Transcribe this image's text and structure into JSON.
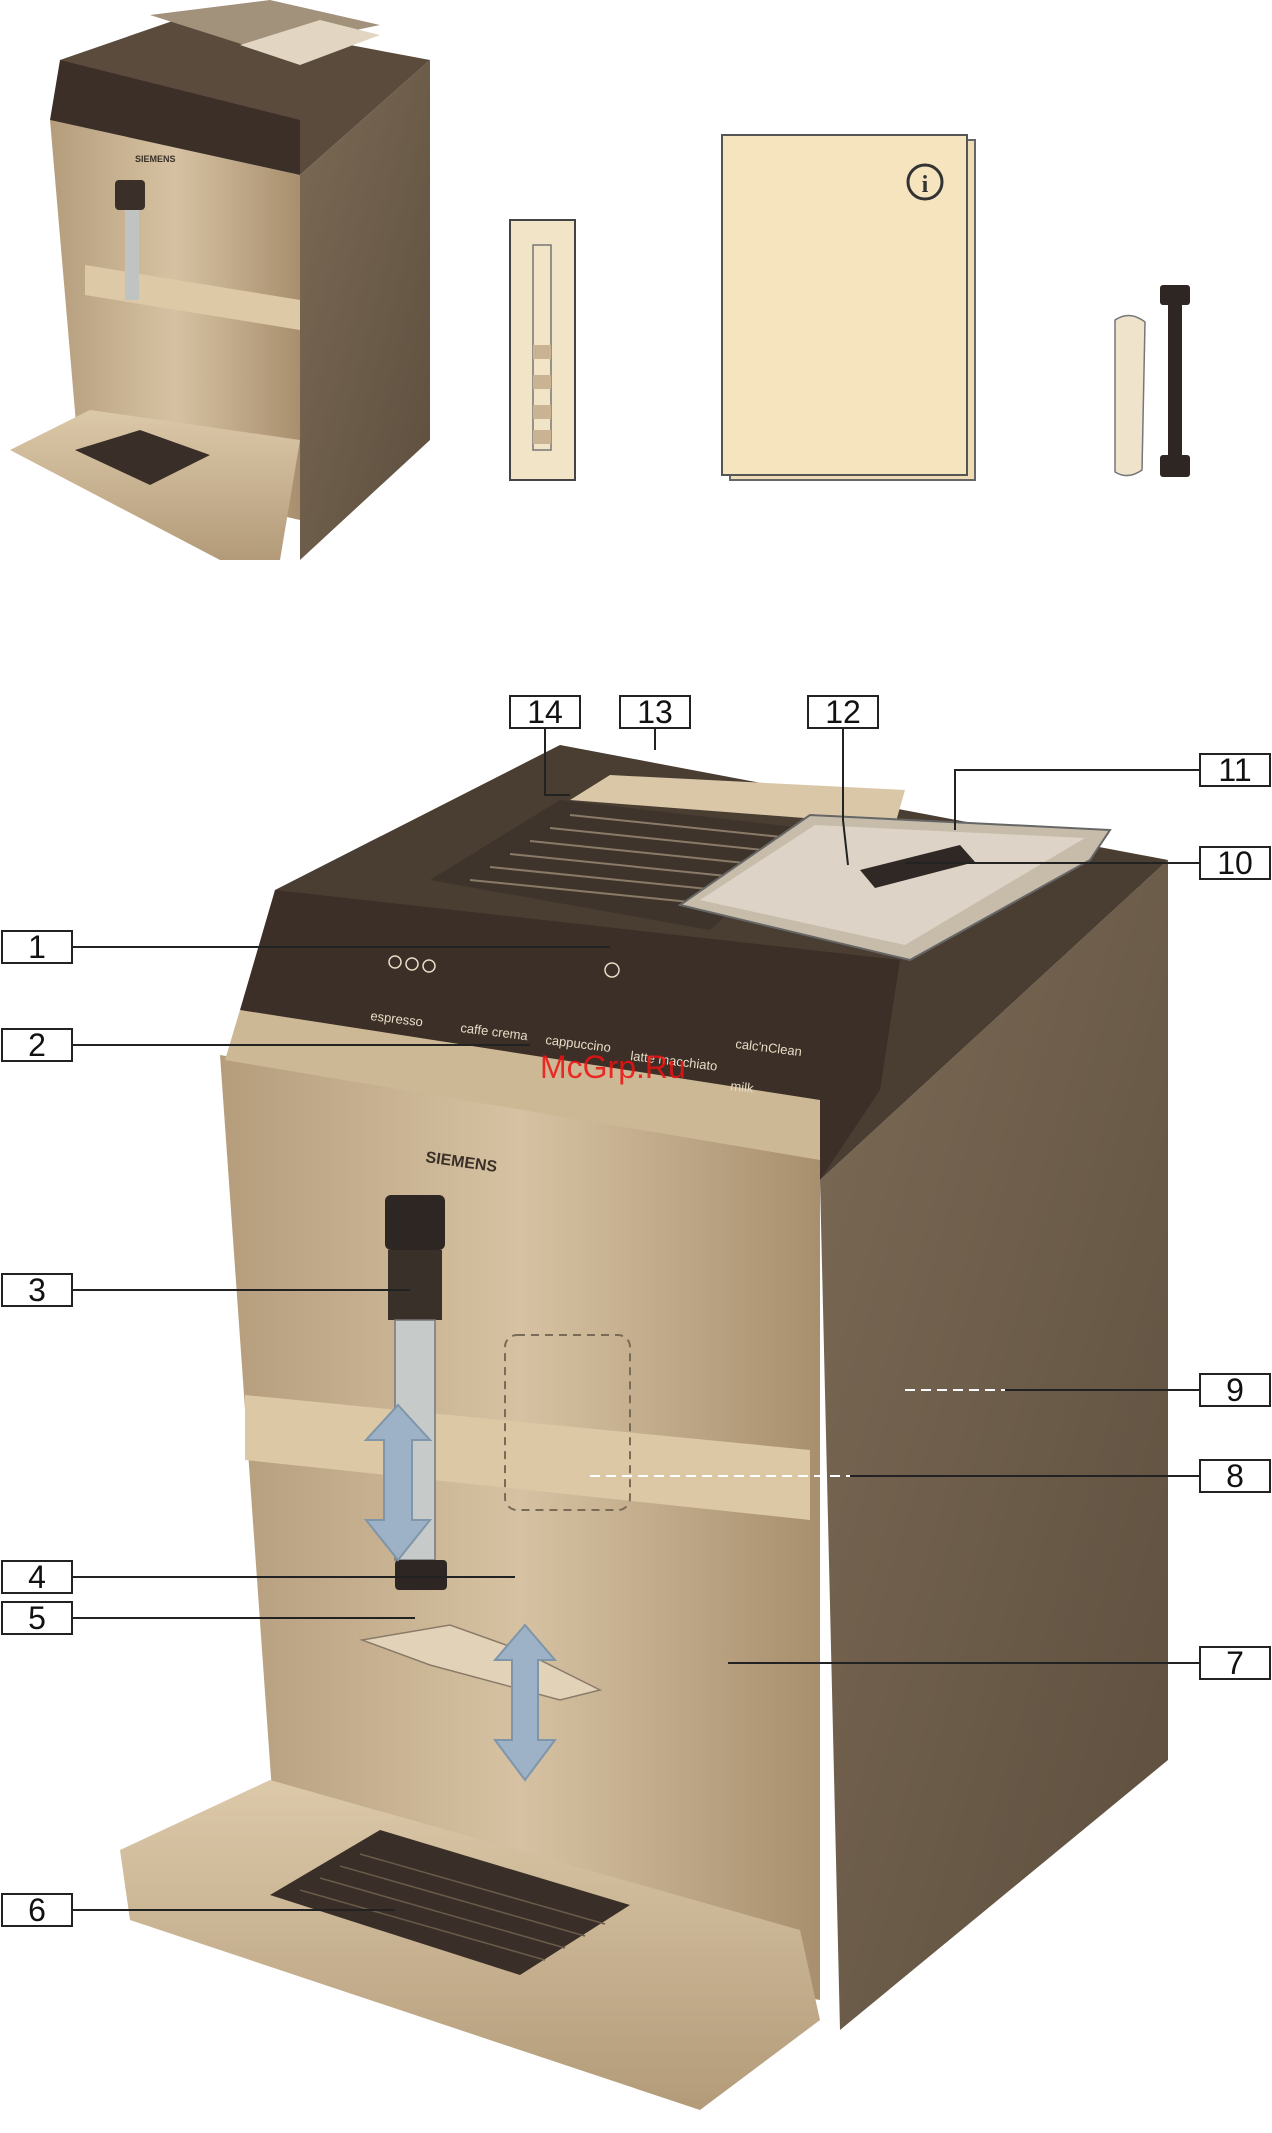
{
  "brand": "SIEMENS",
  "watermark": "McGrp.Ru",
  "panel": {
    "drinks": [
      "espresso",
      "caffe crema",
      "cappuccino",
      "latte macchiato",
      "milk"
    ],
    "service": "calc'nClean"
  },
  "manual": {
    "info_symbol": "i"
  },
  "callouts": [
    {
      "num": "1"
    },
    {
      "num": "2"
    },
    {
      "num": "3"
    },
    {
      "num": "4"
    },
    {
      "num": "5"
    },
    {
      "num": "6"
    },
    {
      "num": "7"
    },
    {
      "num": "8"
    },
    {
      "num": "9"
    },
    {
      "num": "10"
    },
    {
      "num": "11"
    },
    {
      "num": "12"
    },
    {
      "num": "13"
    },
    {
      "num": "14"
    }
  ],
  "colors": {
    "body_beige": "#c9b392",
    "body_dark": "#6b5a47",
    "panel_dark": "#3b2f27",
    "arrow_blue": "#9db2c6"
  }
}
